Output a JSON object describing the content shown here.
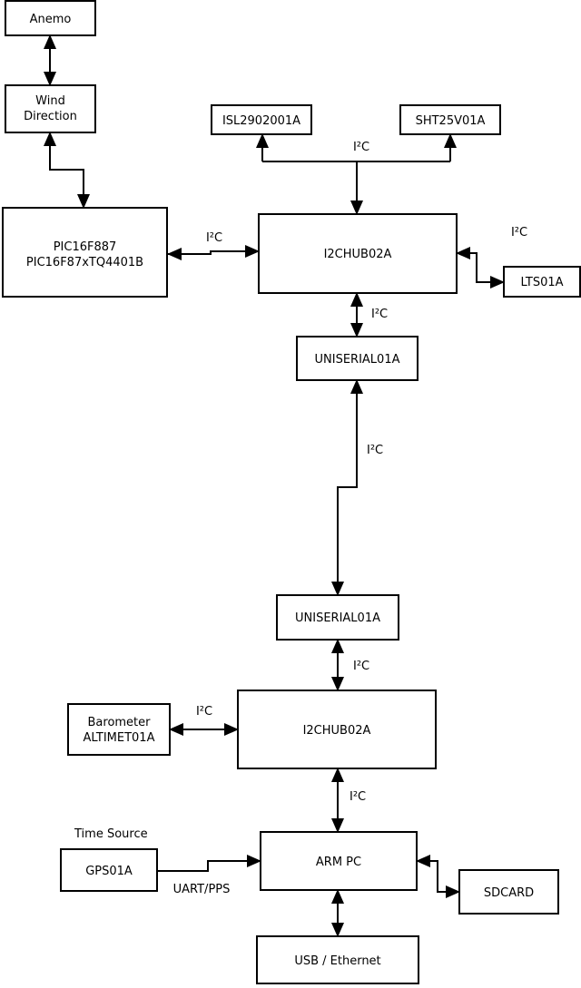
{
  "diagram": {
    "background": "#ffffff",
    "line_color": "#000000",
    "nodes": {
      "anemo": {
        "label": "Anemo"
      },
      "wind_direction": {
        "line1": "Wind",
        "line2": "Direction"
      },
      "pic": {
        "line1": "PIC16F887",
        "line2": "PIC16F87xTQ4401B"
      },
      "isl": {
        "label": "ISL2902001A"
      },
      "sht": {
        "label": "SHT25V01A"
      },
      "i2c_hub_top": {
        "label": "I2CHUB02A"
      },
      "lts": {
        "label": "LTS01A"
      },
      "uniserial_top": {
        "label": "UNISERIAL01A"
      },
      "uniserial_bottom": {
        "label": "UNISERIAL01A"
      },
      "barometer": {
        "line1": "Barometer",
        "line2": "ALTIMET01A"
      },
      "i2c_hub_bottom": {
        "label": "I2CHUB02A"
      },
      "gps": {
        "label": "GPS01A"
      },
      "arm_pc": {
        "label": "ARM PC"
      },
      "sdcard": {
        "label": "SDCARD"
      },
      "usb_ethernet": {
        "label": "USB / Ethernet"
      }
    },
    "edge_labels": {
      "i2c": "I²C",
      "uart_pps": "UART/PPS",
      "time_source": "Time Source"
    }
  }
}
